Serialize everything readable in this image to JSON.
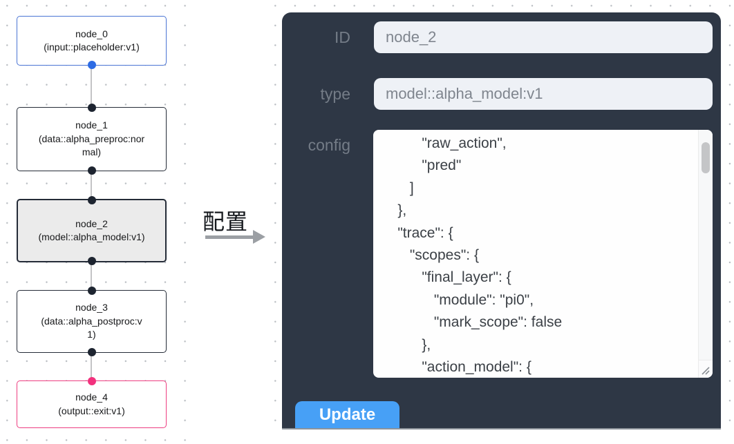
{
  "graph": {
    "nodes": [
      {
        "name": "node_0",
        "type_label": "(input::placeholder:v1)",
        "role": "input"
      },
      {
        "name": "node_1",
        "type_label": "(data::alpha_preproc:normal)",
        "role": "processor"
      },
      {
        "name": "node_2",
        "type_label": "(model::alpha_model:v1)",
        "role": "model-selected"
      },
      {
        "name": "node_3",
        "type_label": "(data::alpha_postproc:v1)",
        "role": "processor"
      },
      {
        "name": "node_4",
        "type_label": "(output::exit:v1)",
        "role": "output"
      }
    ]
  },
  "transfer": {
    "label": "配置"
  },
  "panel": {
    "id_label": "ID",
    "id_value": "node_2",
    "type_label": "type",
    "type_value": "model::alpha_model:v1",
    "config_label": "config",
    "config_text": "          \"raw_action\",\n          \"pred\"\n       ]\n    },\n    \"trace\": {\n       \"scopes\": {\n          \"final_layer\": {\n             \"module\": \"pi0\",\n             \"mark_scope\": false\n          },\n          \"action_model\": {",
    "update_label": "Update"
  },
  "colors": {
    "panel_bg": "#2e3745",
    "accent_blue": "#47a0f6",
    "input_node_border": "#4a74d4",
    "input_port_blue": "#2d6be4",
    "output_node_pink": "#ed3d80",
    "selected_node_fill": "#ebebeb",
    "node_border_dark": "#242b37",
    "field_bg": "#eef1f6"
  }
}
